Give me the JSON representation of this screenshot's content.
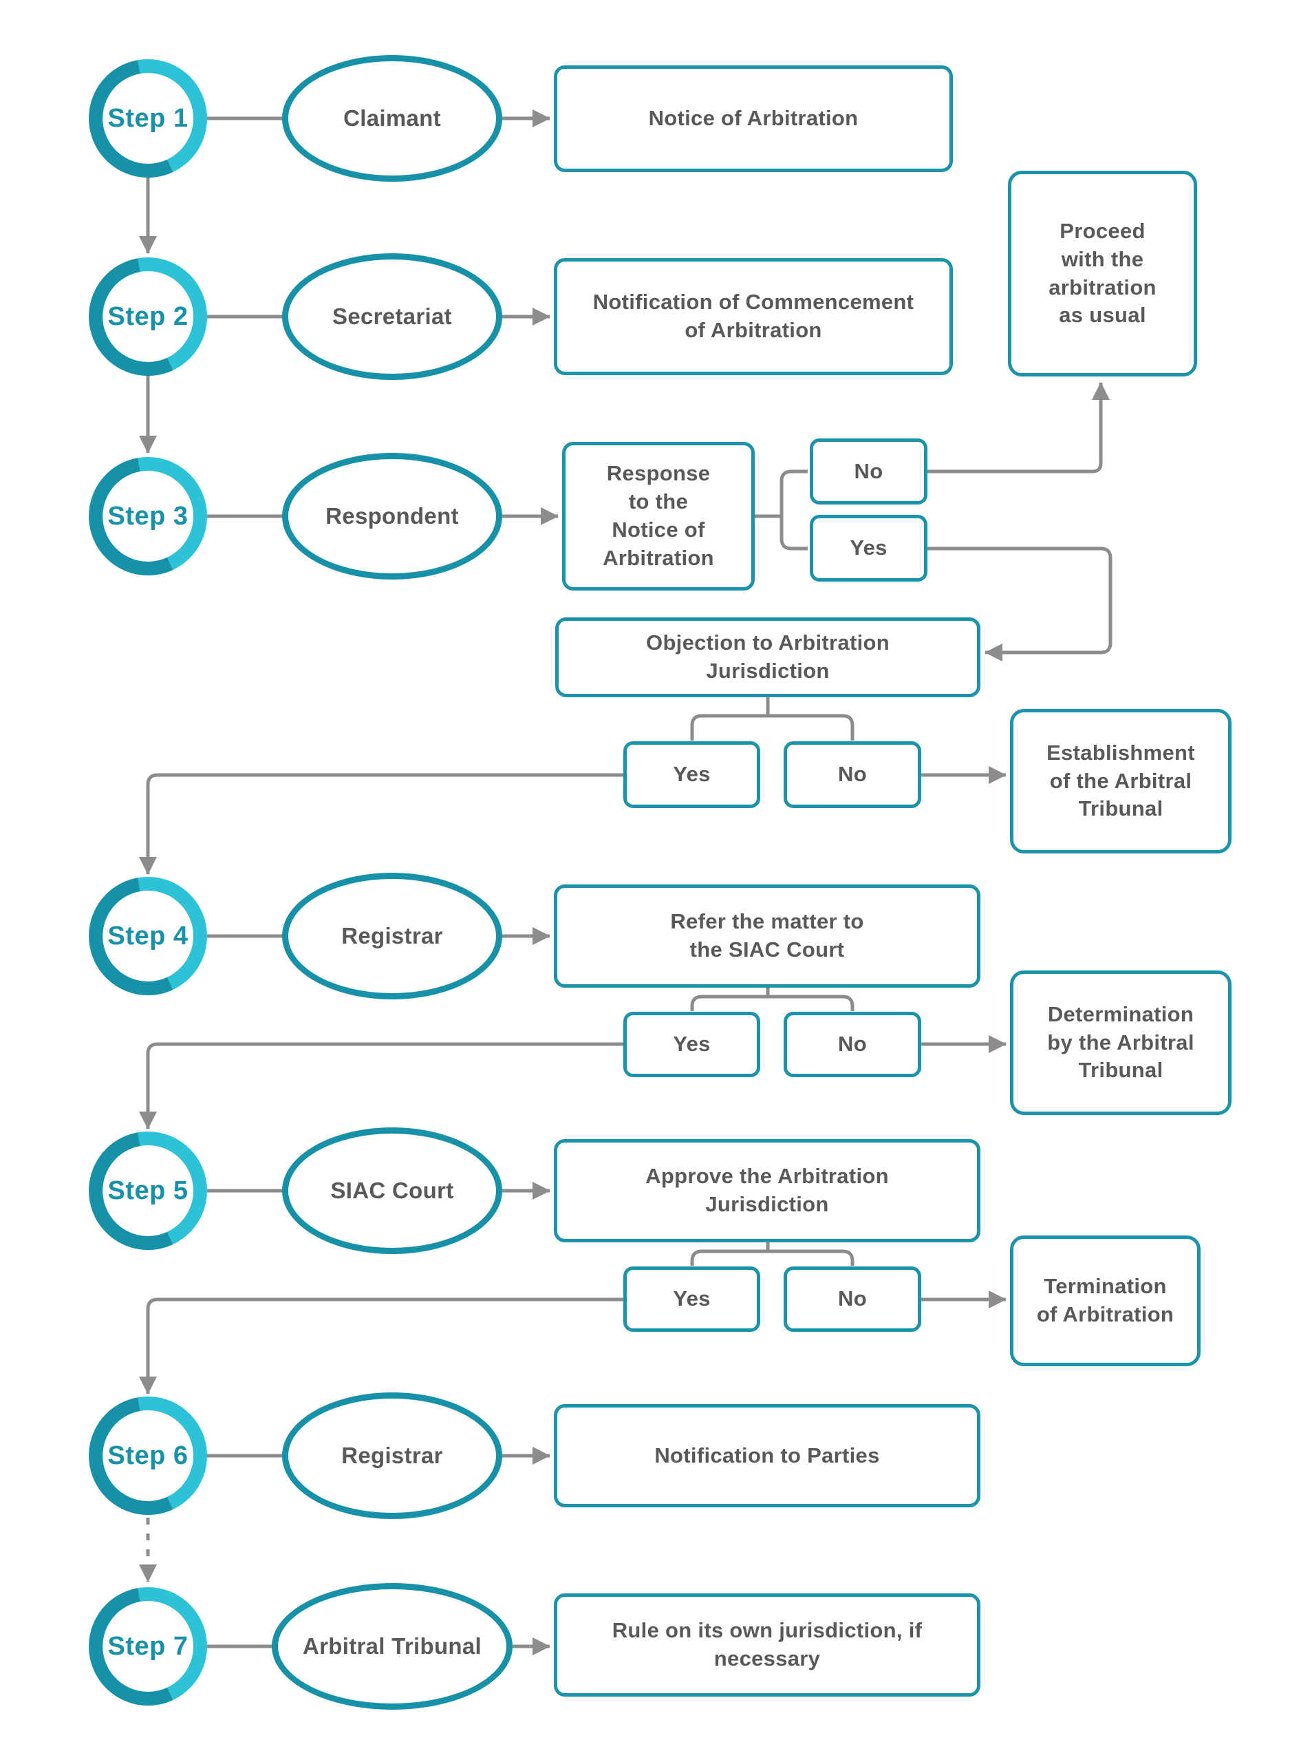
{
  "steps": [
    {
      "label": "Step 1",
      "actor": "Claimant",
      "action": "Notice of Arbitration"
    },
    {
      "label": "Step 2",
      "actor": "Secretariat",
      "action": "Notification of Commencement of Arbitration"
    },
    {
      "label": "Step 3",
      "actor": "Respondent",
      "action": "Response to the Notice of Arbitration"
    },
    {
      "label": "Step 4",
      "actor": "Registrar",
      "action": "Refer the matter to the SIAC Court"
    },
    {
      "label": "Step 5",
      "actor": "SIAC Court",
      "action": "Approve the Arbitration Jurisdiction"
    },
    {
      "label": "Step 6",
      "actor": "Registrar",
      "action": "Notification to Parties"
    },
    {
      "label": "Step 7",
      "actor": "Arbitral Tribunal",
      "action": "Rule on its own jurisdiction, if necessary"
    }
  ],
  "decisions": {
    "response_no": "No",
    "response_yes": "Yes",
    "objection_title": "Objection to Arbitration Jurisdiction",
    "objection_yes": "Yes",
    "objection_no": "No",
    "refer_yes": "Yes",
    "refer_no": "No",
    "approve_yes": "Yes",
    "approve_no": "No"
  },
  "outcomes": {
    "proceed": "Proceed with the arbitration as usual",
    "establishment": "Establishment of the Arbitral Tribunal",
    "determination": "Determination by the Arbitral Tribunal",
    "termination": "Termination of Arbitration"
  },
  "colors": {
    "ring_light": "#2cc3d6",
    "ring_dark": "#1791a7",
    "ellipse_border": "#1791a7",
    "box_border": "#1b94ab",
    "text_gray": "#58595b",
    "step_text": "#1792a8",
    "connector": "#8c8c8c"
  }
}
